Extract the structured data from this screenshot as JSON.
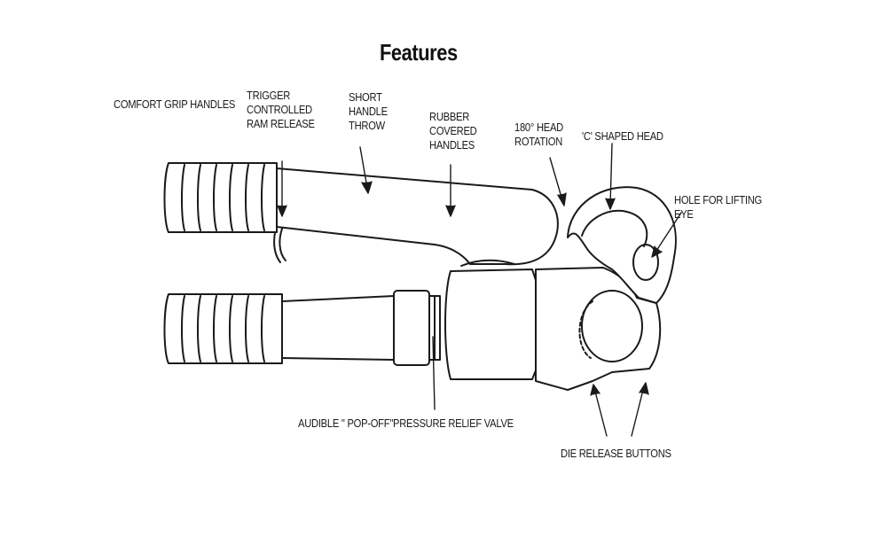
{
  "title": "Features",
  "labels": {
    "comfort_grip": "COMFORT GRIP HANDLES",
    "trigger": "TRIGGER\nCONTROLLED\nRAM RELEASE",
    "short_handle": "SHORT\nHANDLE\nTHROW",
    "rubber": "RUBBER\nCOVERED\nHANDLES",
    "head_rotation": "180° HEAD\nROTATION",
    "c_head": "'C' SHAPED HEAD",
    "lifting_eye": "HOLE FOR LIFTING\nEYE",
    "relief_valve": "AUDIBLE \" POP-OFF\"PRESSURE RELIEF VALVE",
    "die_release": "DIE RELEASE BUTTONS"
  },
  "colors": {
    "ink": "#1a1a1a",
    "paper": "#ffffff"
  }
}
